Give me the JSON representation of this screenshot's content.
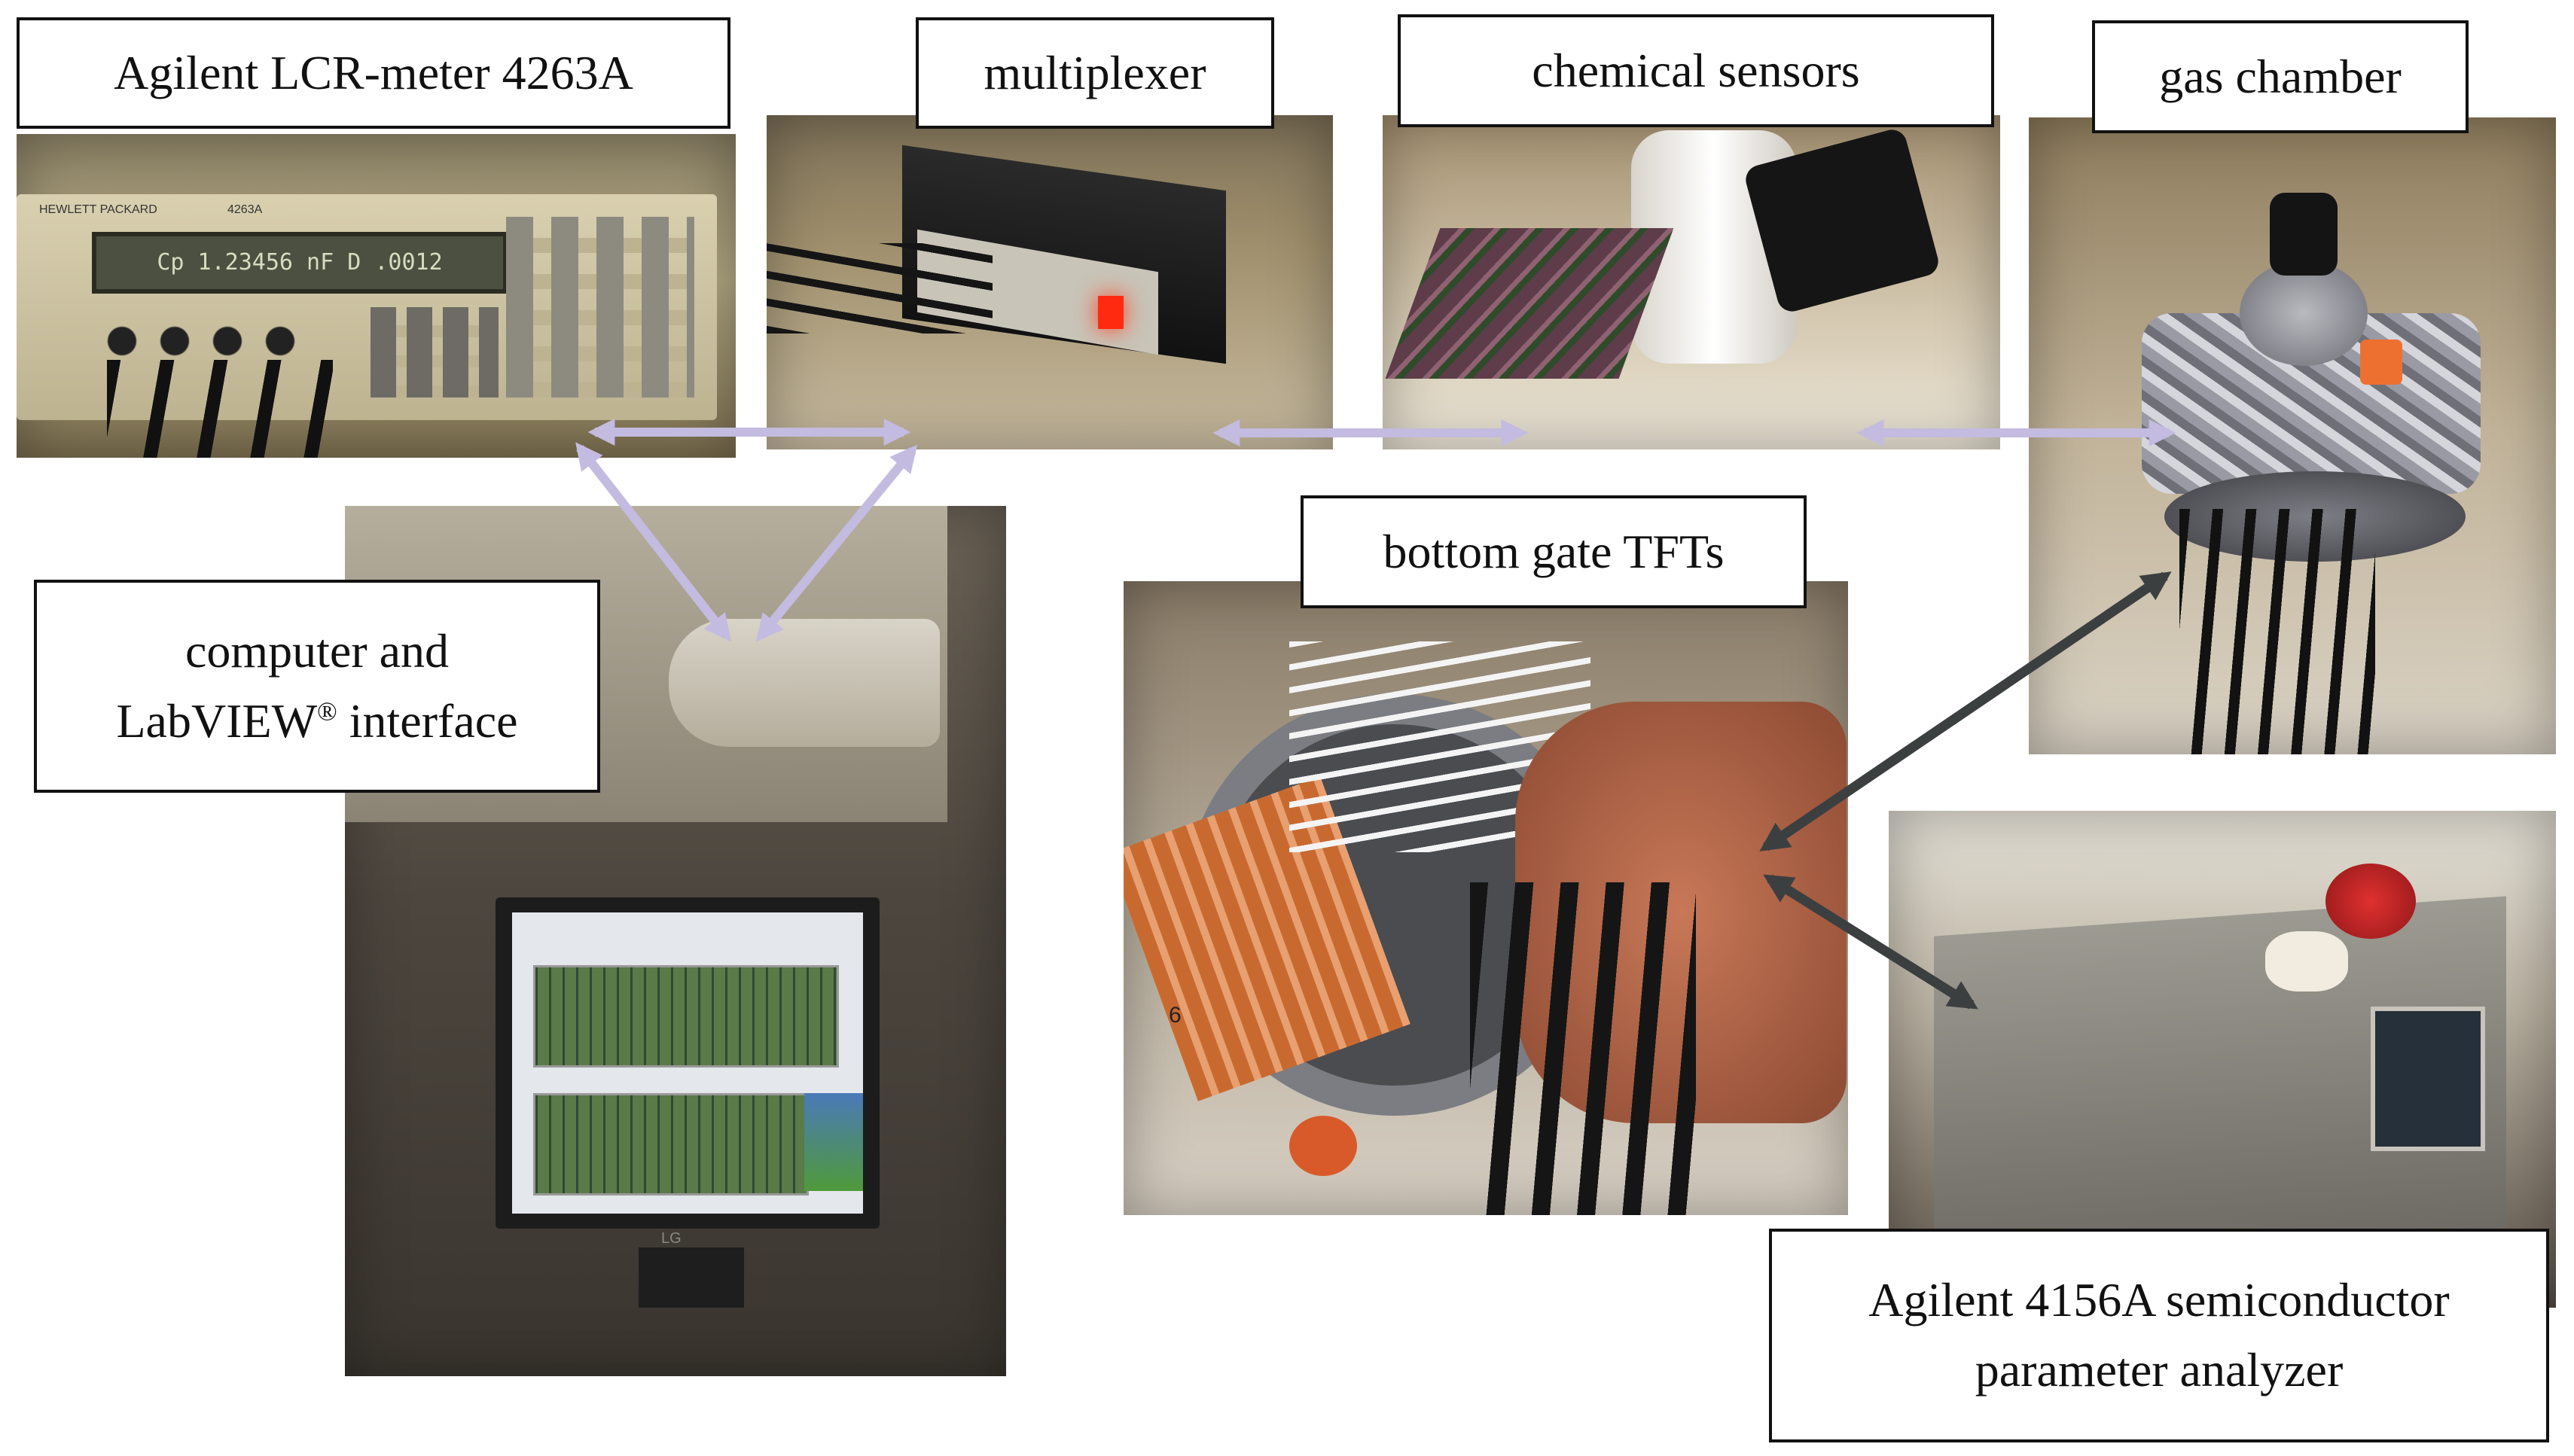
{
  "labels": {
    "lcr_meter": "Agilent LCR-meter 4263A",
    "multiplexer": "multiplexer",
    "chemical_sensors": "chemical sensors",
    "gas_chamber": "gas chamber",
    "bottom_gate": "bottom gate TFTs",
    "computer_line1": "computer and",
    "computer_line2_pre": "LabVIEW",
    "computer_line2_sup": "®",
    "computer_line2_post": " interface",
    "analyzer_line1": "Agilent 4156A semiconductor",
    "analyzer_line2": "parameter analyzer"
  },
  "photos": {
    "lcr_meter": {
      "brand": "HEWLETT PACKARD",
      "model": "4263A",
      "display": "Cp 1.23456 nF  D .0012"
    },
    "monitor": {
      "brand": "LG"
    },
    "tft_chip": {
      "number": "6"
    }
  },
  "colors": {
    "signal_arrow": "#c3bbe0",
    "analyzer_arrow": "#3c3f40",
    "label_border": "#111111"
  }
}
